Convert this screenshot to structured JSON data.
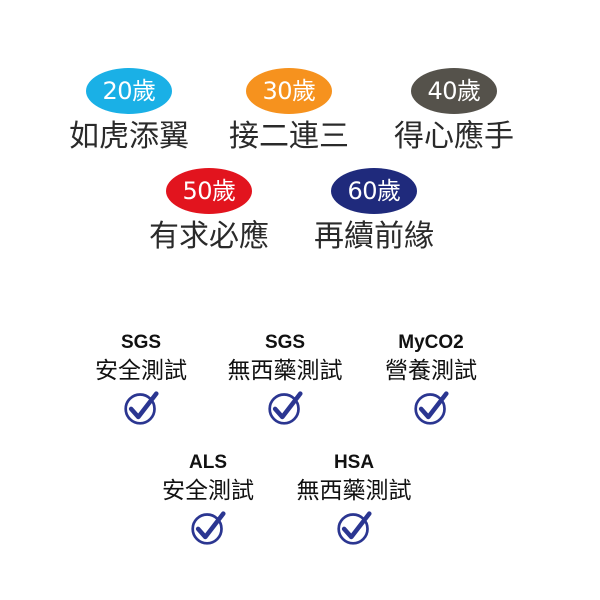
{
  "age_stages": [
    {
      "age": "20歲",
      "desc": "如虎添翼",
      "color": "#1ab0e6"
    },
    {
      "age": "30歲",
      "desc": "接二連三",
      "color": "#f6921e"
    },
    {
      "age": "40歲",
      "desc": "得心應手",
      "color": "#55524b"
    },
    {
      "age": "50歲",
      "desc": "有求必應",
      "color": "#e2141e"
    },
    {
      "age": "60歲",
      "desc": "再續前緣",
      "color": "#1f2a7c"
    }
  ],
  "certifications": [
    {
      "org": "SGS",
      "test": "安全測試",
      "icon": "check-circle-icon"
    },
    {
      "org": "SGS",
      "test": "無西藥測試",
      "icon": "check-circle-icon"
    },
    {
      "org": "MyCO2",
      "test": "營養測試",
      "icon": "check-circle-icon"
    },
    {
      "org": "ALS",
      "test": "安全測試",
      "icon": "check-circle-icon"
    },
    {
      "org": "HSA",
      "test": "無西藥測試",
      "icon": "check-circle-icon"
    }
  ],
  "check_color": "#2b3691"
}
